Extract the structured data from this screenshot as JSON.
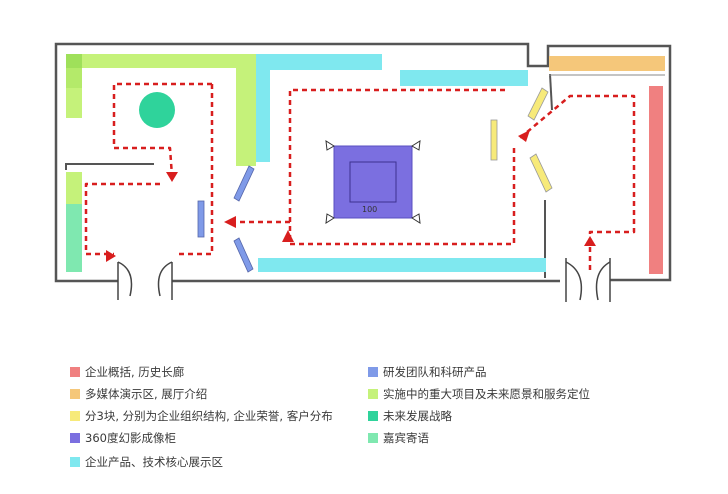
{
  "diagram": {
    "scale_label": "100",
    "legend": {
      "left": [
        {
          "label": "企业概括, 历史长廊",
          "color": "#f08080"
        },
        {
          "label": "多媒体演示区, 展厅介绍",
          "color": "#f5c77a"
        },
        {
          "label": "分3块, 分别为企业组织结构, 企业荣誉, 客户分布",
          "color": "#f7ea7a"
        },
        {
          "label": "360度幻影成像柜",
          "color": "#7b6fe0"
        },
        {
          "label": "企业产品、技术核心展示区",
          "color": "#7fe8ef"
        }
      ],
      "right": [
        {
          "label": "研发团队和科研产品",
          "color": "#7f9ae8"
        },
        {
          "label": "实施中的重大项目及未来愿景和服务定位",
          "color": "#c5f27a"
        },
        {
          "label": "未来发展战略",
          "color": "#2fd39b"
        },
        {
          "label": "嘉宾寄语",
          "color": "#7fe8b0"
        }
      ]
    },
    "colors": {
      "wall": "#555555",
      "path": "#d81e1e",
      "history": "#f08080",
      "multimedia": "#f5c77a",
      "org": "#f7ea7a",
      "hologram": "#7b6fe0",
      "product": "#7fe8ef",
      "rd": "#7f9ae8",
      "projects": "#c5f27a",
      "strategy": "#2fd39b",
      "guest": "#7fe8b0"
    }
  }
}
